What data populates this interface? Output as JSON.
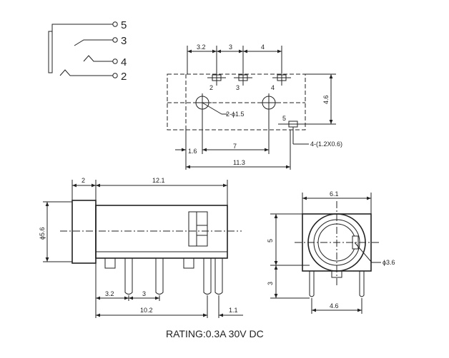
{
  "schematic": {
    "pins": [
      "5",
      "3",
      "4",
      "2"
    ]
  },
  "top_view": {
    "dims_top": [
      "3.2",
      "3",
      "4"
    ],
    "pin_labels": [
      "2",
      "3",
      "4",
      "5"
    ],
    "dim_right": "4.6",
    "hole_label": "2-ϕ1.5",
    "slot_label": "4-(1.2X0.6)",
    "dims_bottom": [
      "1.6",
      "7"
    ],
    "dim_total": "11.3"
  },
  "side_view": {
    "dim_collar": "2",
    "dim_length": "12.1",
    "dim_dia": "ϕ5.6",
    "dims_pins": [
      "3.2",
      "3"
    ],
    "dim_pins_total": "10.2",
    "dim_pin_gap": "1.1"
  },
  "front_view": {
    "dim_width": "6.1",
    "dim_upper": "5",
    "dim_lower": "3",
    "dim_pin_span": "4.6",
    "dim_hole": "ϕ3.6"
  },
  "rating": "RATING:0.3A 30V DC"
}
